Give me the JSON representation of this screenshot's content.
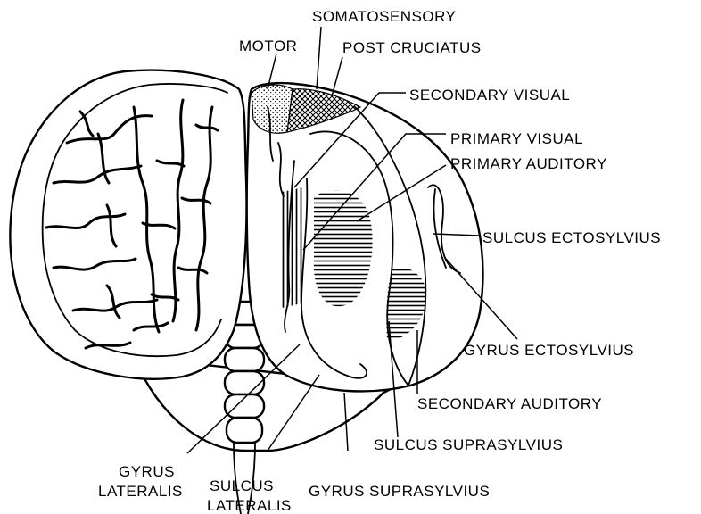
{
  "labels": {
    "somatosensory": "SOMATOSENSORY",
    "motor": "MOTOR",
    "post_cruciatus": "POST CRUCIATUS",
    "secondary_visual": "SECONDARY VISUAL",
    "primary_visual": "PRIMARY VISUAL",
    "primary_auditory": "PRIMARY AUDITORY",
    "sulcus_ectosylvius": "SULCUS ECTOSYLVIUS",
    "gyrus_ectosylvius": "GYRUS ECTOSYLVIUS",
    "secondary_auditory": "SECONDARY AUDITORY",
    "sulcus_suprasylvius": "SULCUS SUPRASYLVIUS",
    "gyrus_lateralis_1": "GYRUS",
    "gyrus_lateralis_2": "LATERALIS",
    "sulcus_lateralis_1": "SULCUS",
    "sulcus_lateralis_2": "LATERALIS",
    "gyrus_suprasylvius": "GYRUS SUPRASYLVIUS"
  }
}
